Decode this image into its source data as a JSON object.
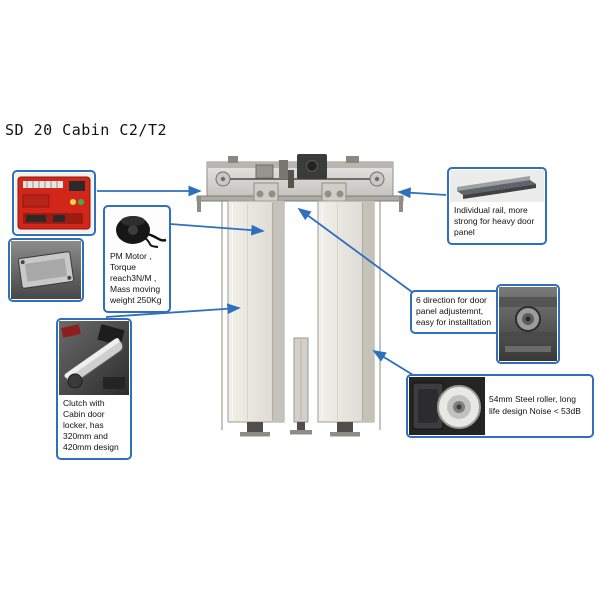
{
  "header": {
    "title": "SD 20 Cabin C2/T2"
  },
  "callouts": {
    "controller": {
      "photo": "controller-pcb-photo"
    },
    "cover_plate": {
      "photo": "cover-plate-photo"
    },
    "pm_motor": {
      "text": "PM Motor , Torque reach3N/M , Mass moving weight 250Kg",
      "photo": "pm-motor-photo"
    },
    "clutch": {
      "text": "Clutch with Cabin door locker, has 320mm and 420mm design",
      "photo": "clutch-photo"
    },
    "rail": {
      "text": "Individual rail, more strong for heavy door panel",
      "photo": "rail-photo"
    },
    "adjustment": {
      "text": "6 direction for door panel adjustemnt, easy for installtation",
      "photo": "adjustment-photo"
    },
    "roller": {
      "text": "54mm Steel roller, long life design Noise < 53dB",
      "photo": "roller-photo"
    }
  },
  "colors": {
    "accent": "#2e6fbe",
    "controller_red": "#d2261b"
  }
}
